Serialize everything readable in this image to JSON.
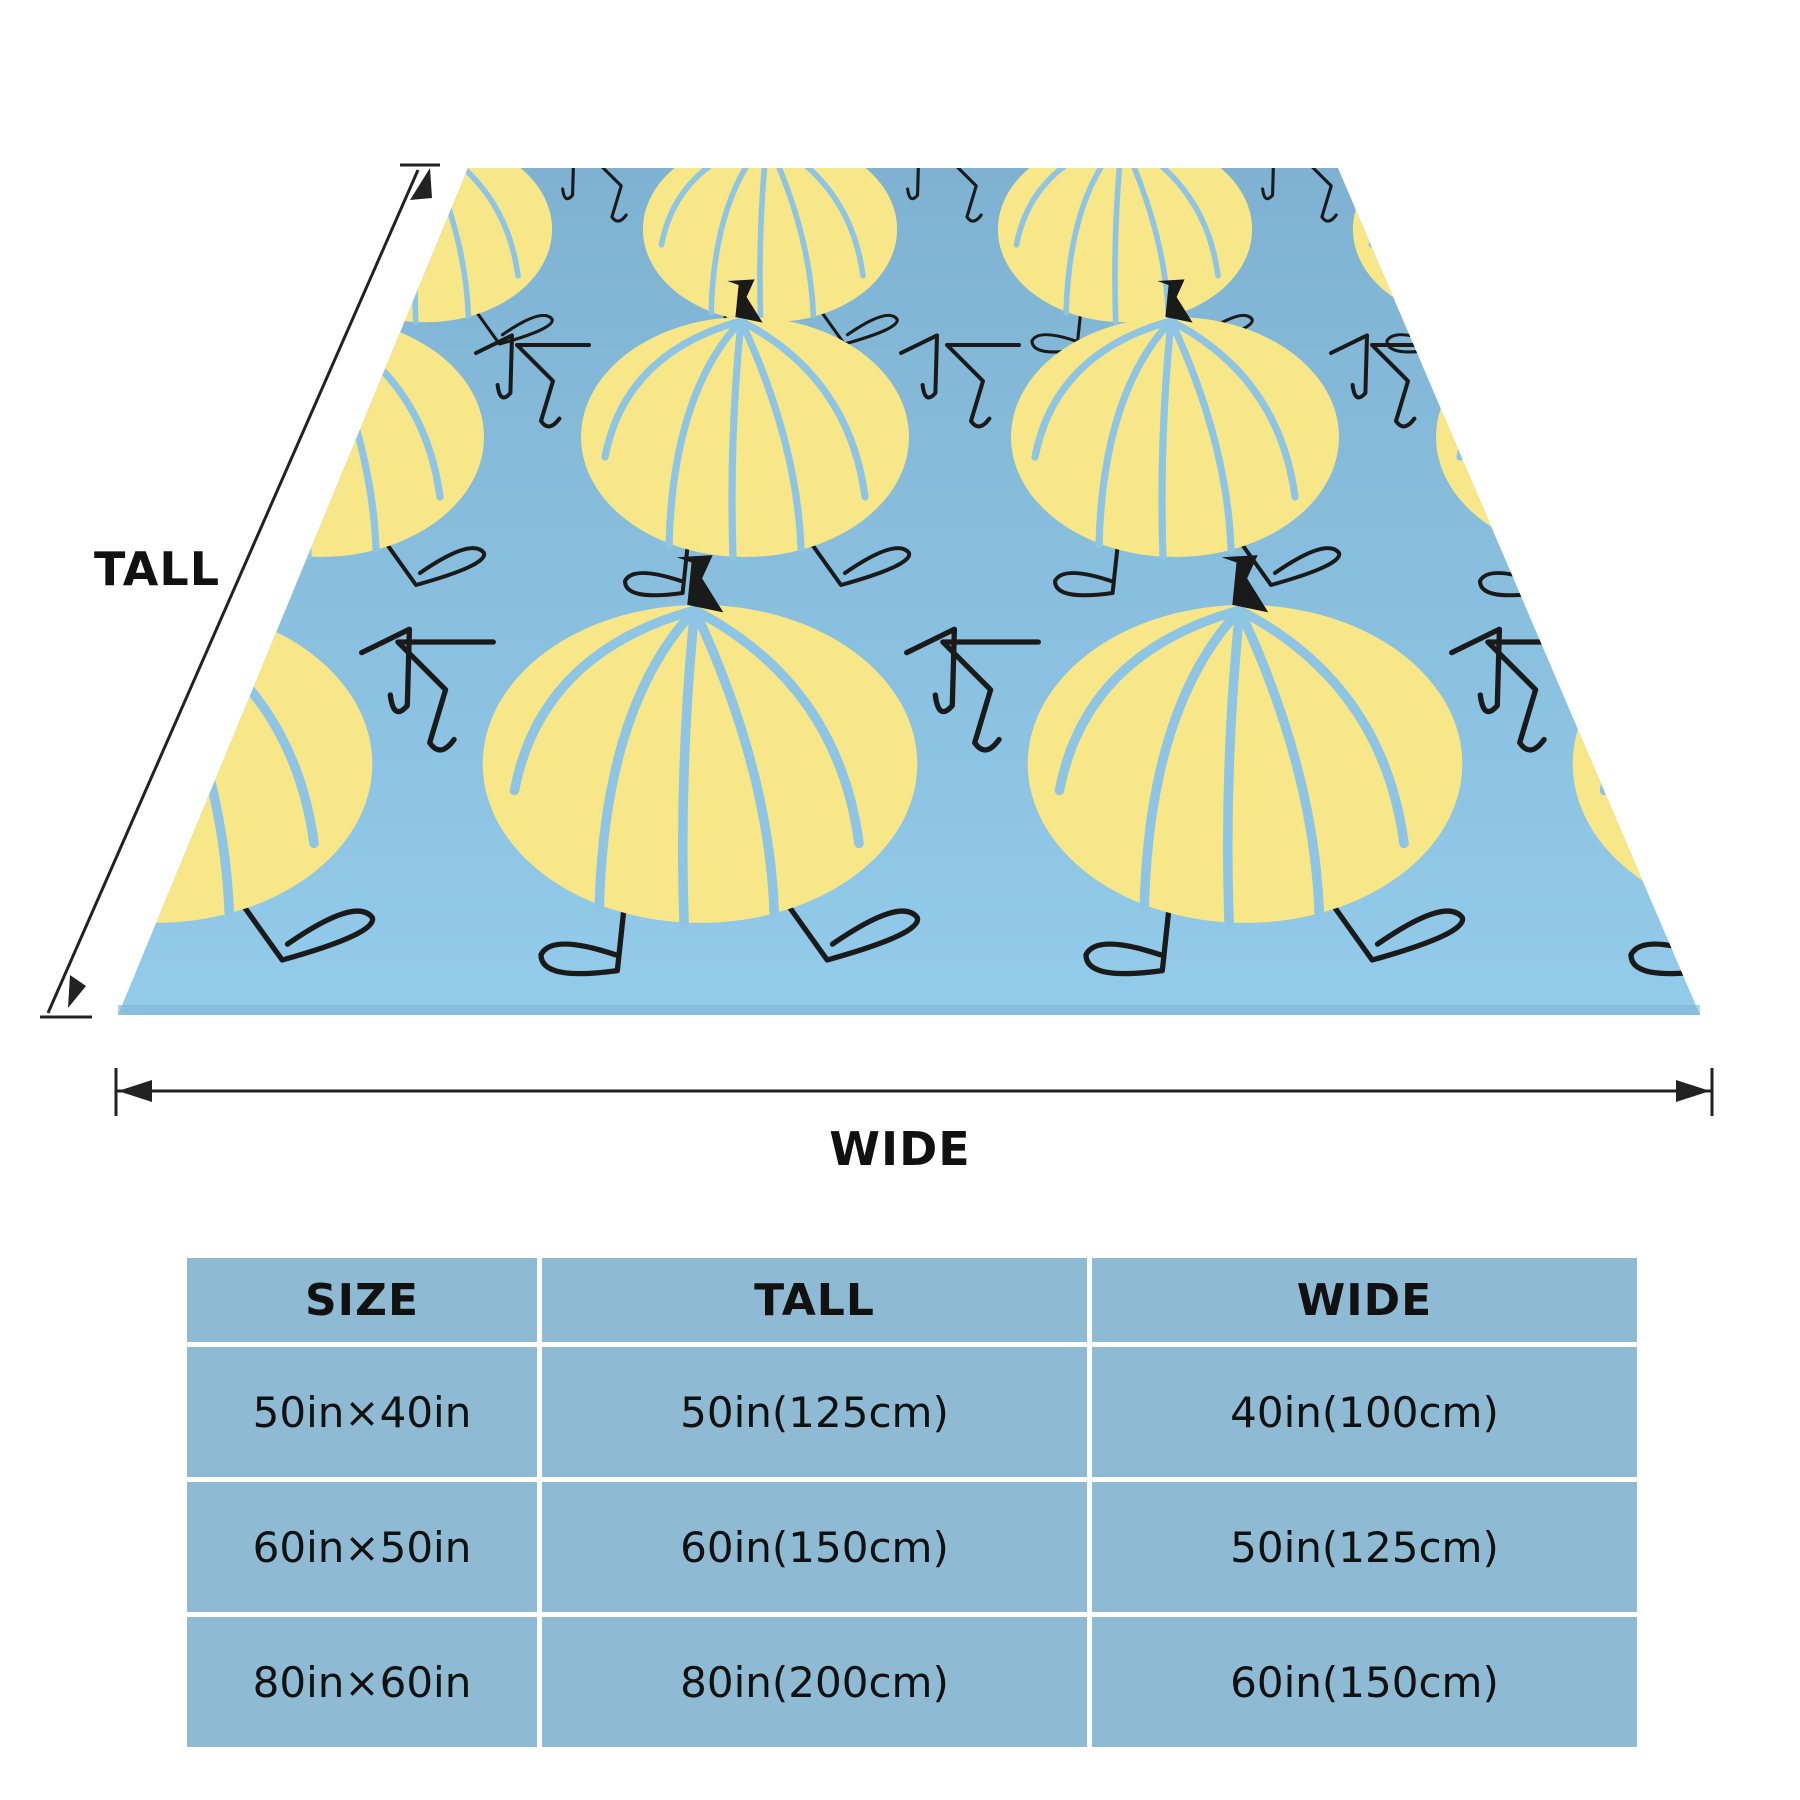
{
  "colors": {
    "blanket": "#8ec4e4",
    "pumpkin": "#f7e789",
    "ink": "#1a1a1a",
    "table_cell": "#8fbad3"
  },
  "dimension_labels": {
    "tall": "TALL",
    "wide": "WIDE"
  },
  "size_table": {
    "headers": [
      "SIZE",
      "TALL",
      "WIDE"
    ],
    "rows": [
      [
        "50in×40in",
        "50in(125cm)",
        "40in(100cm)"
      ],
      [
        "60in×50in",
        "60in(150cm)",
        "50in(125cm)"
      ],
      [
        "80in×60in",
        "80in(200cm)",
        "60in(150cm)"
      ]
    ]
  }
}
